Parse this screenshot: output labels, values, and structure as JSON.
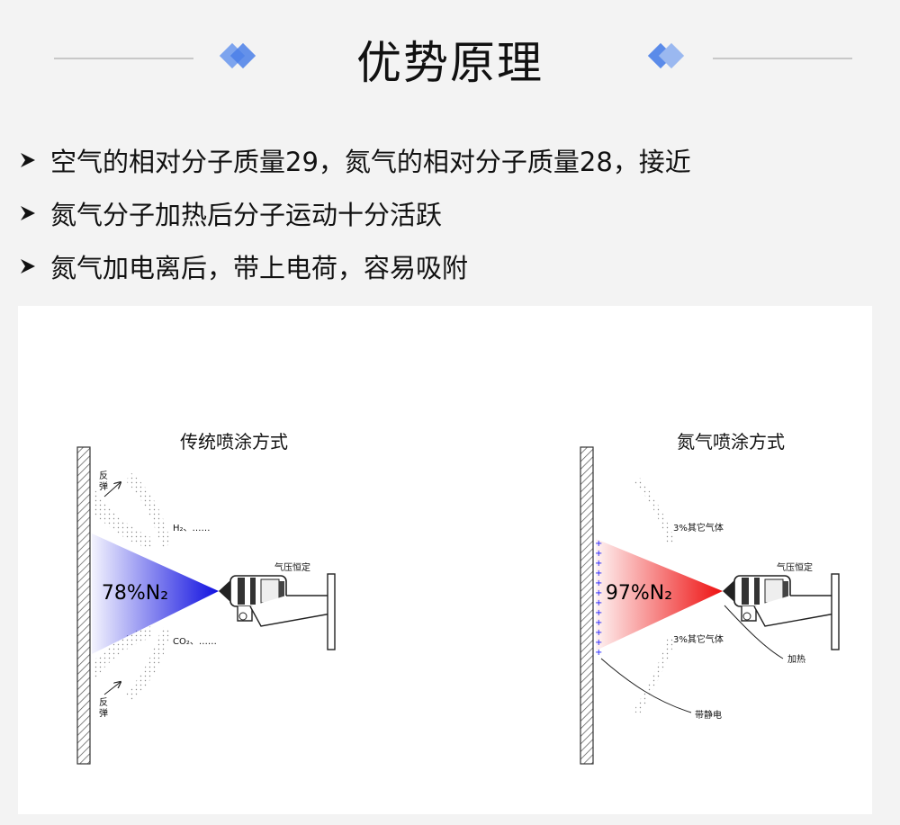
{
  "header": {
    "title": "优势原理"
  },
  "bullets": [
    "空气的相对分子质量29，氮气的相对分子质量28，接近",
    "氮气分子加热后分子运动十分活跃",
    "氮气加电离后，带上电荷，容易吸附"
  ],
  "diagram_left": {
    "title": "传统喷涂方式",
    "spray_label": "78%N₂",
    "label_top_gas": "H₂、……",
    "label_bottom_gas": "CO₂、……",
    "label_pressure": "气压恒定",
    "label_rebound_top_1": "反",
    "label_rebound_top_2": "弹",
    "label_rebound_bottom_1": "反",
    "label_rebound_bottom_2": "弹",
    "spray_color": "#1010e0"
  },
  "diagram_right": {
    "title": "氮气喷涂方式",
    "spray_label": "97%N₂",
    "label_top_gas": "3%其它气体",
    "label_bottom_gas": "3%其它气体",
    "label_pressure": "气压恒定",
    "label_heating": "加热",
    "label_static": "带静电",
    "spray_color": "#ee1010",
    "charge_color": "#1a1aff"
  }
}
